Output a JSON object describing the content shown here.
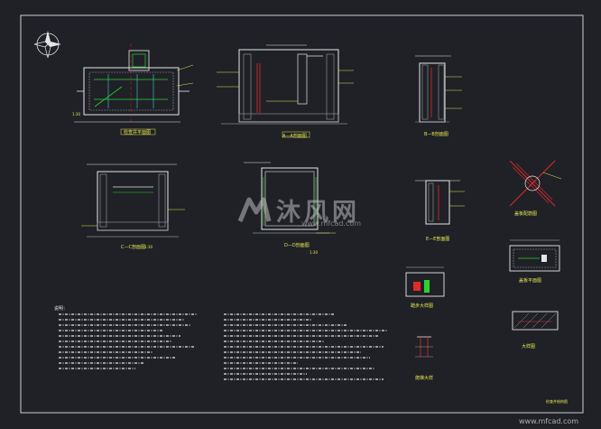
{
  "drawing": {
    "background": "#1f2127",
    "frame_color": "#cfcfcf",
    "colors": {
      "line_white": "#e6e6e6",
      "line_green": "#2fd12f",
      "line_yellow": "#e8e84a",
      "line_cyan": "#3fd0d0",
      "line_red": "#e02a2a",
      "line_magenta": "#d040d0",
      "hatch": "#9a9a9a"
    },
    "icons": {
      "north_arrow": "compass-rose-icon",
      "watermark_logo": "mfcad-logo-icon"
    },
    "views": {
      "plan_title": "检查井平面图",
      "section_a_title": "A—A剖面图",
      "section_b_title": "B—B剖面图",
      "section_c_title": "C—C剖面图",
      "section_d_title": "D—D剖面图",
      "section_e_title": "E—E剖面图",
      "detail_1_title": "盖板配筋图",
      "detail_2_title": "踏步大样图",
      "detail_3_title": "盖板平面图",
      "detail_4_title": "爬梯大样",
      "detail_5_title": "大样图",
      "scale": "1:30",
      "title_block": "检查井结构图"
    },
    "notes": {
      "heading": "说明："
    }
  },
  "watermark": {
    "brand": "沐风网",
    "url": "www.mfcad.com",
    "site": "www.mfcad.com"
  }
}
